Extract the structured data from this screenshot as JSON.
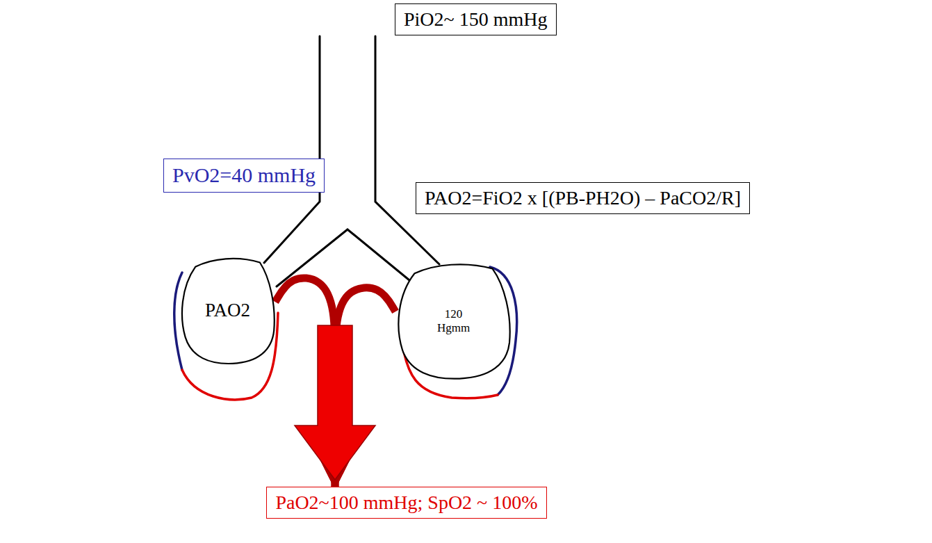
{
  "diagram": {
    "nodes": [
      {
        "text": [
          "PiO2~ 150 mmHg"
        ]
      },
      {
        "text": [
          "PvO2=40 mmHg"
        ]
      },
      {
        "text": [
          "PAO2=FiO2 x [(PB-PH2O) – PaCO2/R]"
        ]
      },
      {
        "text": [
          "PAO2"
        ]
      },
      {
        "text": [
          "120 Hgmm"
        ]
      },
      {
        "text": [
          "PaO2~100 mmHg; SpO2 ~ 100%"
        ]
      }
    ],
    "edges": [
      {
        "from": 3,
        "to": 5,
        "arrow": "to"
      },
      {
        "from": 4,
        "to": 5,
        "arrow": "to"
      }
    ]
  }
}
